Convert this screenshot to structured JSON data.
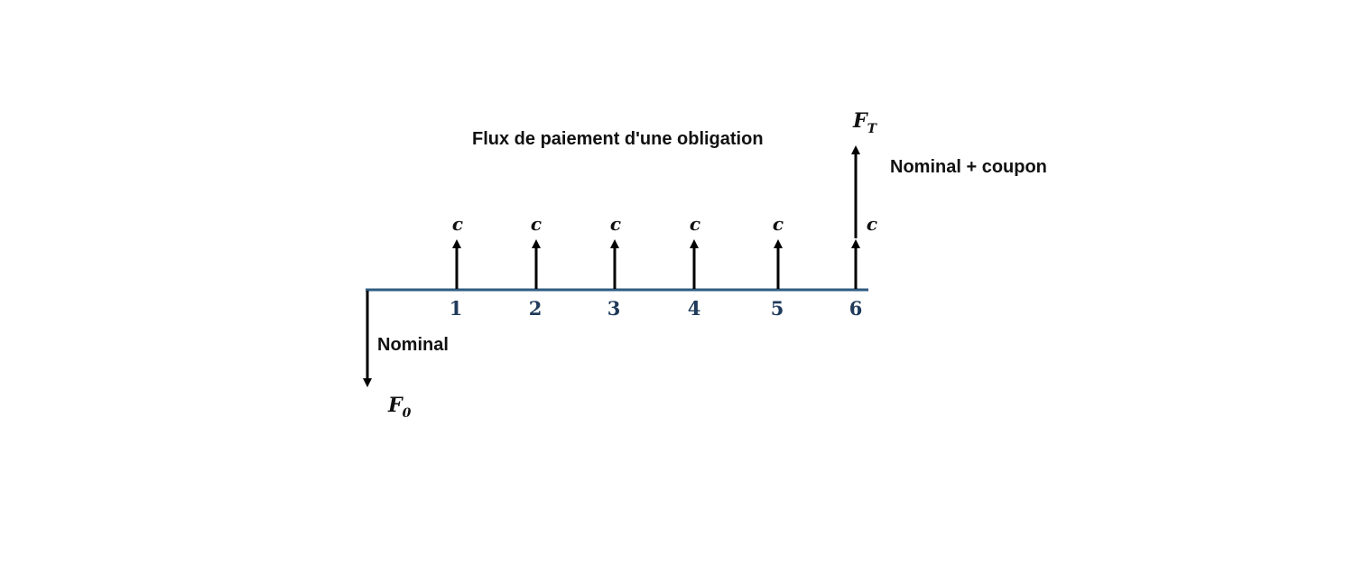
{
  "diagram": {
    "title": "Flux de paiement d'une obligation",
    "periods": [
      "1",
      "2",
      "3",
      "4",
      "5",
      "6"
    ],
    "coupon_symbol": "c",
    "initial_flow": {
      "symbol": "F",
      "subscript": "0",
      "label": "Nominal"
    },
    "final_flow": {
      "symbol": "F",
      "subscript": "T",
      "label": "Nominal + coupon"
    },
    "colors": {
      "axis": "#2e5b80",
      "arrows": "#000000",
      "period_labels": "#1f3a5a"
    }
  }
}
